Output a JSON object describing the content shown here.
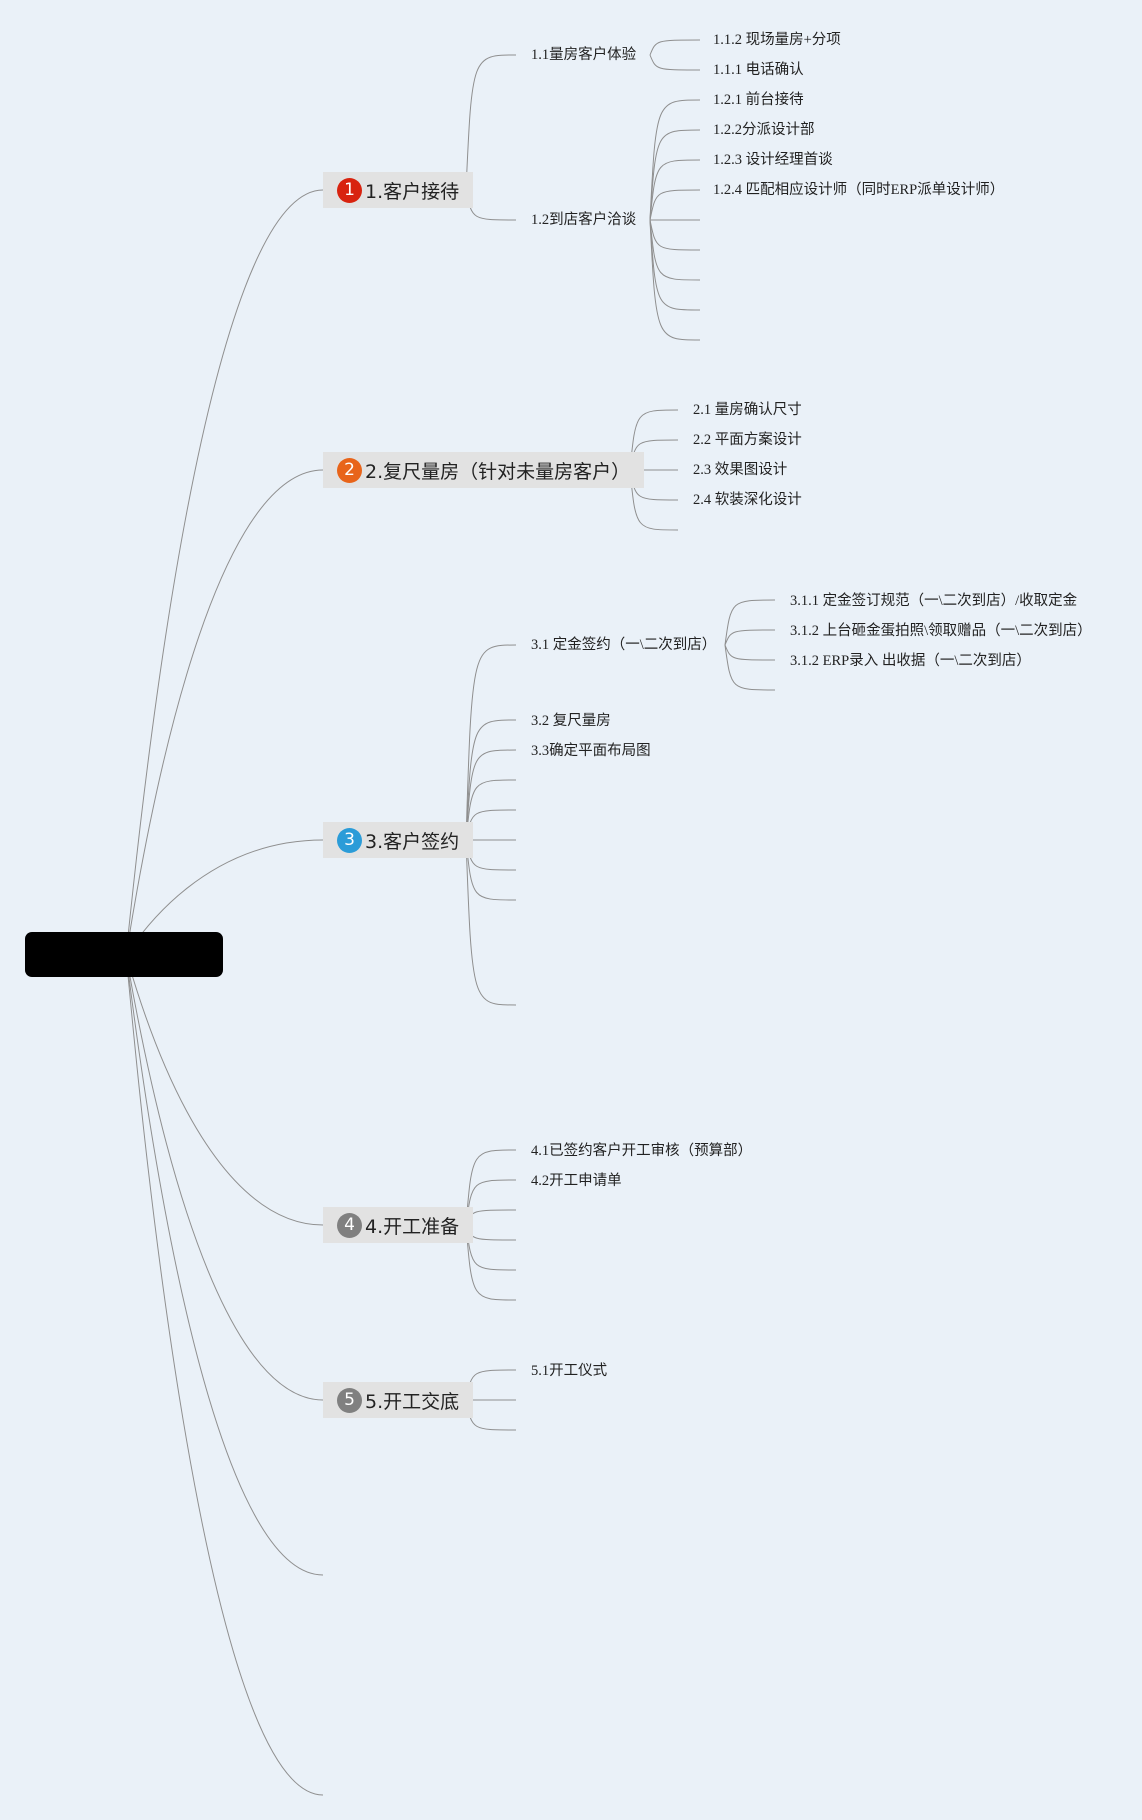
{
  "main_nodes": {
    "n1": {
      "badge": "1",
      "label": "1.客户接待",
      "color": "#d8230f"
    },
    "n2": {
      "badge": "2",
      "label": "2.复尺量房（针对未量房客户）",
      "color": "#e8641a"
    },
    "n3": {
      "badge": "3",
      "label": "3.客户签约",
      "color": "#2b9cd8"
    },
    "n4": {
      "badge": "4",
      "label": "4.开工准备",
      "color": "#808080"
    },
    "n5": {
      "badge": "5",
      "label": "5.开工交底",
      "color": "#808080"
    }
  },
  "leaves": {
    "l1_1": "1.1量房客户体验",
    "l1_1_2": "1.1.2 现场量房+分项",
    "l1_1_1": "1.1.1 电话确认",
    "l1_2": "1.2到店客户洽谈",
    "l1_2_1": "1.2.1 前台接待",
    "l1_2_2": "1.2.2分派设计部",
    "l1_2_3": "1.2.3 设计经理首谈",
    "l1_2_4": "1.2.4 匹配相应设计师（同时ERP派单设计师）",
    "l2_1": "2.1 量房确认尺寸",
    "l2_2": "2.2 平面方案设计",
    "l2_3": "2.3 效果图设计",
    "l2_4": "2.4 软装深化设计",
    "l3_1": "3.1 定金签约（一\\二次到店）",
    "l3_1_1": "3.1.1 定金签订规范（一\\二次到店）/收取定金",
    "l3_1_2a": "3.1.2 上台砸金蛋拍照\\领取赠品（一\\二次到店）",
    "l3_1_2b": "3.1.2 ERP录入 出收据（一\\二次到店）",
    "l3_2": "3.2 复尺量房",
    "l3_3": "3.3确定平面布局图",
    "l4_1": "4.1已签约客户开工审核（预算部）",
    "l4_2": "4.2开工申请单",
    "l5_1": "5.1开工仪式"
  },
  "colors": {
    "background": "#eaf1f8",
    "edge": "#8f8f8f",
    "main_node_bg": "#e2e2e2",
    "root_node": "#000000"
  }
}
